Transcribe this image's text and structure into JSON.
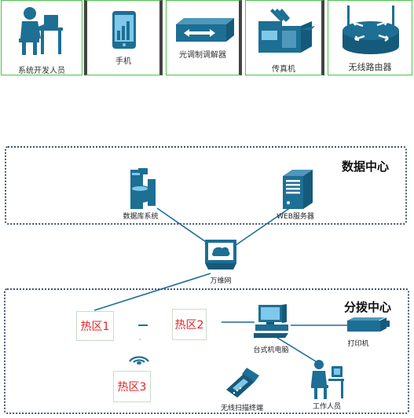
{
  "legend": {
    "items": [
      {
        "icon": "developer-icon",
        "label": "系统开发人员"
      },
      {
        "icon": "mobile-phone-icon",
        "label": "手机"
      },
      {
        "icon": "modem-icon",
        "label": "光调制调解器"
      },
      {
        "icon": "fax-icon",
        "label": "传真机"
      },
      {
        "icon": "wireless-router-icon",
        "label": "无线路由器"
      }
    ]
  },
  "data_center": {
    "title": "数据中心",
    "nodes": {
      "database": {
        "icon": "database-icon",
        "label": "数据库系统"
      },
      "web_server": {
        "icon": "server-icon",
        "label": "WEB服务器"
      }
    }
  },
  "internet": {
    "icon": "monitor-icon",
    "label": "万维网"
  },
  "branch_center": {
    "title": "分拨中心",
    "hotspots": [
      "热区1",
      "热区2",
      "热区3"
    ],
    "nodes": {
      "desktop": {
        "icon": "desktop-computer-icon",
        "label": "台式机电脑"
      },
      "printer": {
        "icon": "printer-icon",
        "label": "打印机"
      },
      "scanner": {
        "icon": "handheld-scanner-icon",
        "label": "无线扫描终端"
      },
      "worker": {
        "icon": "worker-icon",
        "label": "工作人员"
      },
      "wifi": {
        "icon": "wifi-signal-icon"
      }
    }
  },
  "colors": {
    "icon": "#1d6f94",
    "region_border": "#41566b",
    "legend_border": "#4cc24c",
    "hotspot_text": "#e02424"
  }
}
